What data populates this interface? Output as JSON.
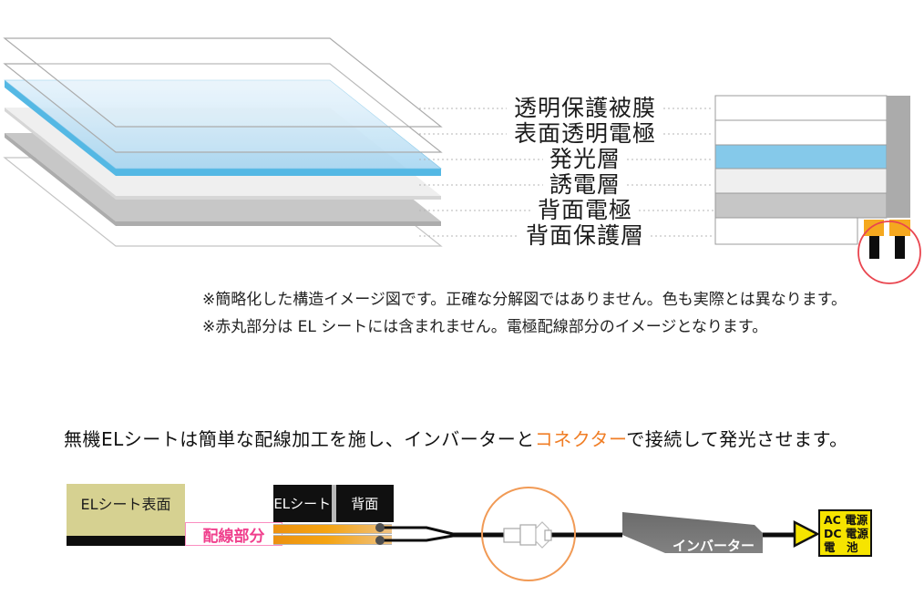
{
  "top": {
    "layer_labels": [
      "透明保護被膜",
      "表面透明電極",
      "発光層",
      "誘電層",
      "背面電極",
      "背面保護層"
    ],
    "notes": [
      "※簡略化した構造イメージ図です。正確な分解図ではありません。色も実際とは異なります。",
      "※赤丸部分は EL シートには含まれません。電極配線部分のイメージとなります。"
    ]
  },
  "bottom": {
    "heading": {
      "part1": "無機ELシートは簡単な配線加工を施し、インバーターと",
      "highlight": "コネクター",
      "part2": "で接続して発光させます。"
    },
    "el_sheet_front_label": "ELシート表面",
    "wiring_label": "配線部分",
    "el_sheet_label": "ELシート",
    "back_label": "背面",
    "inverter_label": "インバーター",
    "power_source_lines": [
      "AC 電源",
      "DC 電源",
      "電　池"
    ]
  },
  "colors": {
    "emission_layer_blue": "#85C9EA",
    "dielectric_gray": "#EFEFEF",
    "back_electrode_gray": "#C6C6C6",
    "electrode_tab_orange": "#F5A81F",
    "annotation_red": "#E9454F",
    "connector_circle_orange": "#F19A55",
    "accent_orange": "#F07E26",
    "wiring_pink": "#F0408D",
    "sheet_khaki": "#D6D191",
    "inverter_gray": "#767676",
    "power_yellow": "#F6E400"
  }
}
